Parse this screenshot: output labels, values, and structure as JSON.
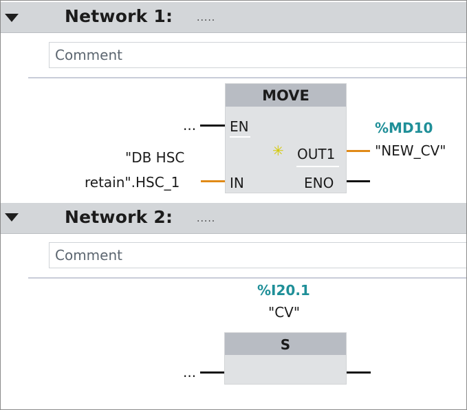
{
  "networks": [
    {
      "title": "Network 1:",
      "dots": ".....",
      "comment": "Comment",
      "block": {
        "name": "MOVE",
        "pins": {
          "en": "EN",
          "in": "IN",
          "out1": "OUT1",
          "eno": "ENO"
        },
        "en_input": "...",
        "in_operand_line1": "\"DB HSC",
        "in_operand_line2": "retain\".HSC_1",
        "out_address": "%MD10",
        "out_tag": "\"NEW_CV\"",
        "add_output_glyph": "✳"
      }
    },
    {
      "title": "Network 2:",
      "dots": ".....",
      "comment": "Comment",
      "coil": {
        "name": "S",
        "address": "%I20.1",
        "tag": "\"CV\"",
        "input": "..."
      }
    }
  ],
  "colors": {
    "header_bg": "#d3d6d9",
    "address_teal": "#1f8f98",
    "wire_orange": "#e08a17",
    "box_header": "#b8bcc3",
    "box_body": "#e0e2e4"
  }
}
